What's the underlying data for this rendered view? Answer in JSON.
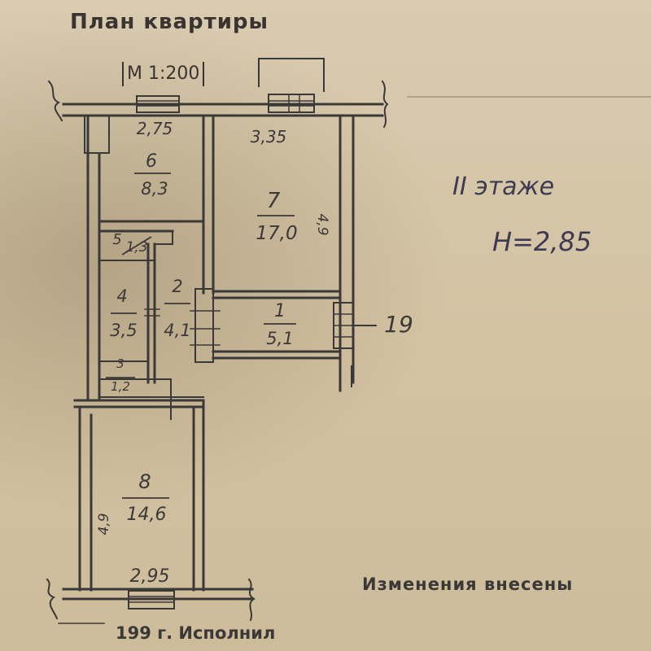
{
  "header": {
    "title": "План квартиры",
    "scale": "М 1:200"
  },
  "notes": {
    "floor": "II этаже",
    "height": "Н=2,85"
  },
  "rooms": [
    {
      "id": "6",
      "number": "6",
      "area": "8,3"
    },
    {
      "id": "7",
      "number": "7",
      "area": "17,0"
    },
    {
      "id": "5",
      "number": "5",
      "area": "1,3"
    },
    {
      "id": "2",
      "number": "2",
      "area": "4,1"
    },
    {
      "id": "4",
      "number": "4",
      "area": "3,5"
    },
    {
      "id": "1",
      "number": "1",
      "area": "5,1"
    },
    {
      "id": "3",
      "number": "3",
      "area": "1,2"
    },
    {
      "id": "8",
      "number": "8",
      "area": "14,6"
    }
  ],
  "dimensions": {
    "top_left": "2,75",
    "top_right": "3,35",
    "bottom": "2,95",
    "room7_side": "4,9",
    "room8_side": "4,9",
    "wall_mark": "19"
  },
  "stamp": {
    "text": "Изменения внесены"
  },
  "footer": {
    "text": "199  г. Исполнил"
  },
  "colors": {
    "ink": "#3b3838",
    "pen": "#3d3a52",
    "paper": "#d6c6a6"
  }
}
